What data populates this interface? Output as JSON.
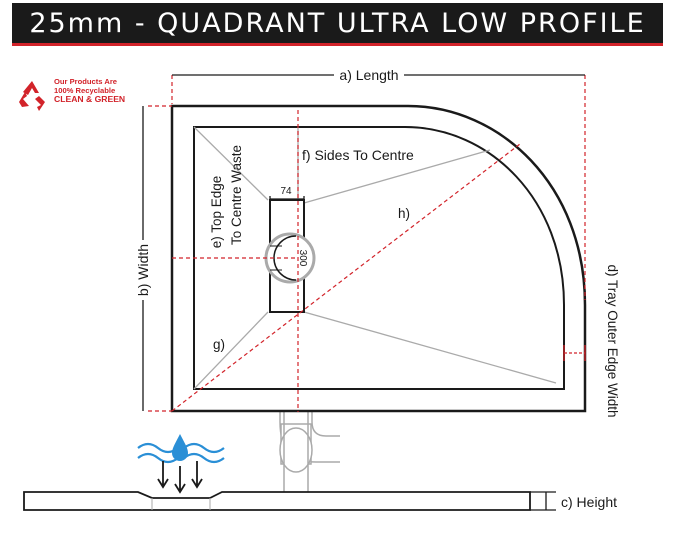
{
  "title": "25mm - QUADRANT ULTRA LOW PROFILE",
  "badge": {
    "line1": "Our Products Are",
    "line2": "100% Recyclable",
    "line3": "CLEAN & GREEN"
  },
  "labels": {
    "length": "a) Length",
    "width": "b) Width",
    "height": "c) Height",
    "outer_edge": "d) Tray Outer Edge Width",
    "top_edge_1": "e) Top Edge",
    "top_edge_2": "To Centre Waste",
    "sides": "f) Sides To Centre",
    "g": "g)",
    "h": "h)",
    "dim_74": "74",
    "dim_300": "300"
  },
  "colors": {
    "title_bg": "#1a1a1a",
    "accent_red": "#d2232a",
    "water_blue": "#2a8fd6",
    "grey_line": "#aaaaaa"
  }
}
